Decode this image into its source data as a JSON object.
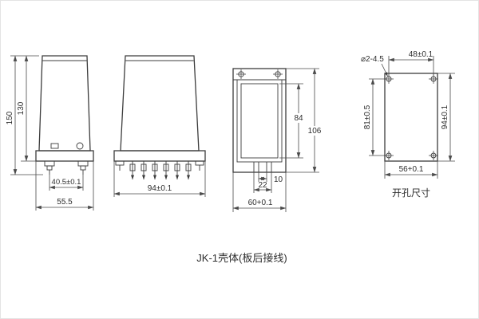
{
  "title": "JK-1壳体(板后接线)",
  "views": {
    "side": {
      "dim_height_overall": "150",
      "dim_height_body": "130",
      "dim_terminal_pitch": "40.5±0.1",
      "dim_width_overall": "55.5"
    },
    "front": {
      "dim_width": "94±0.1"
    },
    "rear": {
      "dim_opening_height": "84",
      "dim_overall_height": "106",
      "dim_notch_inner": "10",
      "dim_notch_outer": "22",
      "dim_width": "60+0.1"
    },
    "drill": {
      "title": "开孔尺寸",
      "dim_holes": "⌀2-4.5",
      "dim_hole_pitch_h": "48±0.1",
      "dim_hole_pitch_v": "81±0.5",
      "dim_overall_height": "94±0.1",
      "dim_width": "56+0.1"
    }
  }
}
